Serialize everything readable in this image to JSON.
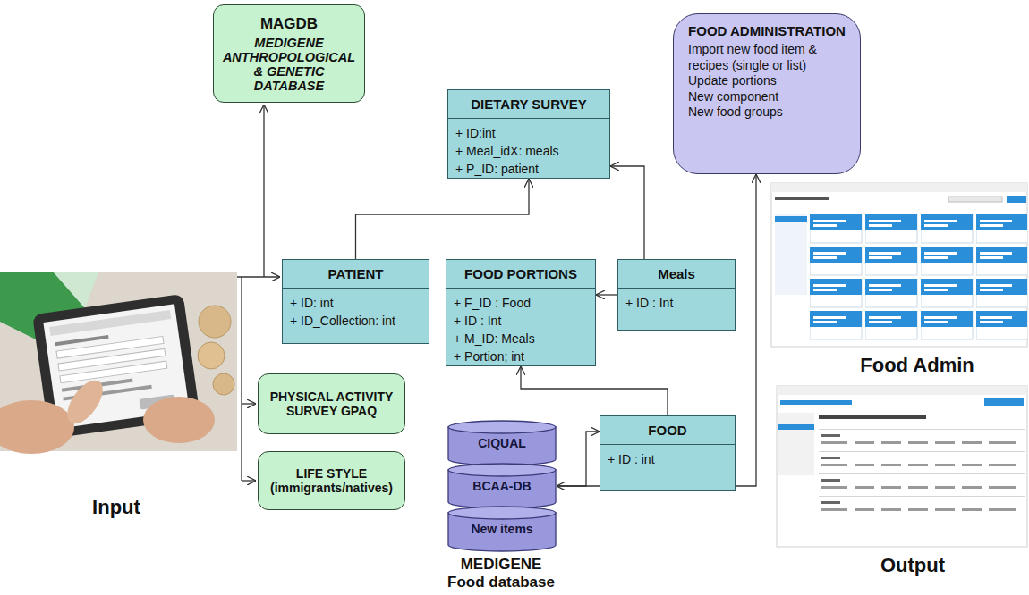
{
  "diagram": {
    "nodes": [
      {
        "text": [
          "MAGDB",
          "MEDIGENE ANTHROPOLOGICAL & GENETIC DATABASE"
        ]
      },
      {
        "text": [
          "DIETARY SURVEY",
          "+ ID:int",
          "+ Meal_idX: meals",
          "+ P_ID: patient"
        ]
      },
      {
        "text": [
          "FOOD ADMINISTRATION",
          "Import new food item & recipes (single or list)",
          "Update portions",
          "New component",
          "New food groups"
        ]
      },
      {
        "text": [
          "PATIENT",
          "+ ID: int",
          "+ ID_Collection: int"
        ]
      },
      {
        "text": [
          "FOOD PORTIONS",
          "+ F_ID : Food",
          "+ ID : Int",
          "+ M_ID: Meals",
          "+ Portion; int"
        ]
      },
      {
        "text": [
          "Meals",
          "+ ID : Int"
        ]
      },
      {
        "text": [
          "PHYSICAL ACTIVITY SURVEY GPAQ"
        ]
      },
      {
        "text": [
          "FOOD",
          "+ ID : int"
        ]
      },
      {
        "text": [
          "LIFE STYLE",
          "(immigrants/natives)"
        ]
      },
      {
        "text": [
          "CIQUAL"
        ]
      },
      {
        "text": [
          "BCAA-DB"
        ]
      },
      {
        "text": [
          "New items"
        ]
      }
    ],
    "edges": [
      {
        "from": 3,
        "to": 1,
        "arrow": "to"
      },
      {
        "from": 5,
        "to": 1,
        "arrow": "to"
      },
      {
        "from": 5,
        "to": 4,
        "arrow": "to"
      },
      {
        "from": 7,
        "to": 4,
        "arrow": "to"
      },
      {
        "from": 10,
        "to": 7,
        "arrow": "to"
      },
      {
        "from": 2,
        "to": 10,
        "arrow": "both"
      }
    ],
    "labels": [
      "Input",
      "Food Admin",
      "Output",
      "MEDIGENE Food database"
    ]
  }
}
